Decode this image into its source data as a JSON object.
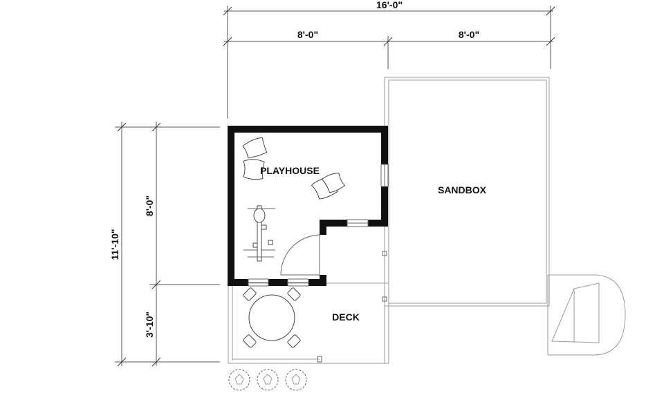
{
  "dimensions": {
    "overall_width": "16'-0\"",
    "left_width": "8'-0\"",
    "right_width": "8'-0\"",
    "overall_depth": "11'-10\"",
    "playhouse_depth": "8'-0\"",
    "deck_depth": "3'-10\""
  },
  "rooms": {
    "playhouse": "PLAYHOUSE",
    "sandbox": "SANDBOX",
    "deck": "DECK"
  },
  "colors": {
    "wall": "#111111",
    "line": "#9a9a9a",
    "background": "#ffffff"
  }
}
